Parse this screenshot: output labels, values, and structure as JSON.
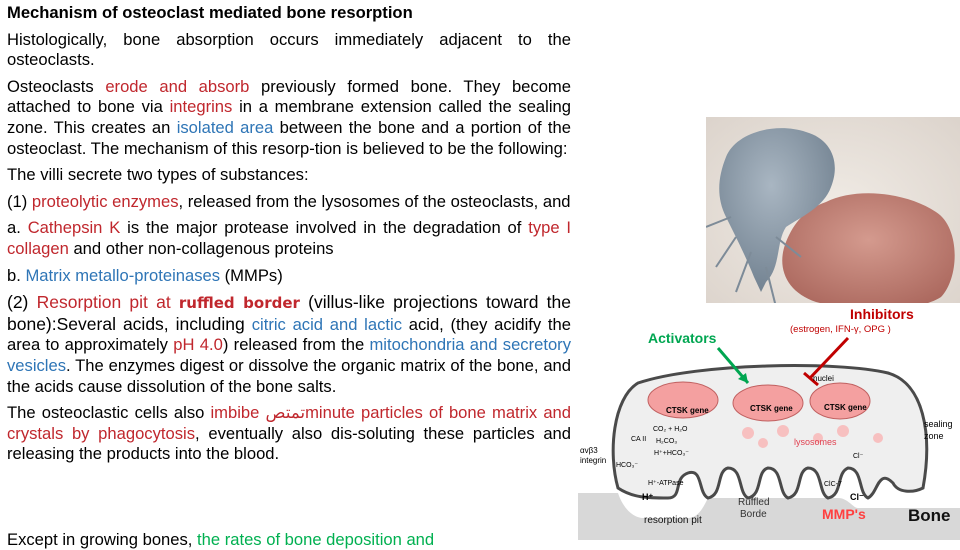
{
  "title": "Mechanism of osteoclast mediated bone resorption",
  "p1": "Histologically, bone absorption occurs immediately adjacent to the osteoclasts.",
  "p2": {
    "a": "Osteoclasts ",
    "b": "erode and absorb",
    "c": " previously formed bone. They become attached to bone via ",
    "d": "integrins",
    "e": " in a membrane extension called the sealing zone. This creates an ",
    "f": "isolated area",
    "g": " between the bone and a portion of the osteoclast. The mechanism of this resorp-tion is believed to be the following:"
  },
  "p3": "The villi secrete two types of substances:",
  "p4": {
    "a": "(1) ",
    "b": "proteolytic enzymes",
    "c": ", released from the lysosomes of the osteoclasts, and"
  },
  "p5": {
    "a": "a. ",
    "b": "Cathepsin K",
    "c": " is the major protease involved in the degradation of ",
    "d": "type I collagen",
    "e": " and other non-collagenous proteins"
  },
  "p6": {
    "a": "b. ",
    "b": "Matrix metallo-proteinases",
    "c": " (MMPs)"
  },
  "p7": {
    "a": "(2) ",
    "b": "Resorption pit at ",
    "c": "ruffled border",
    "d": " (villus-like projections toward the bone):Several acids, including ",
    "e": "citric acid and lactic",
    "f": " acid, (they acidify the area to approximately ",
    "g": "pH 4.0",
    "h": ") released from the ",
    "i": "mitochondria and secretory vesicles",
    "j": ". The enzymes digest or dissolve the organic matrix of the bone, and the acids cause dissolution of the bone salts."
  },
  "p8": {
    "a": "The osteoclastic cells also ",
    "b": "imbibe تمتص",
    "c": "minute particles of bone matrix and crystals by phagocytosis",
    "d": ", eventually also dis-soluting these particles and releasing the products into the blood."
  },
  "p9": {
    "a": "Except in growing bones, ",
    "b": "the rates of bone deposition and"
  },
  "diagram": {
    "inhibitors": "Inhibitors",
    "inhibitors_sub": "(estrogen, IFN-γ, OPG )",
    "activators": "Activators",
    "nuclei": "nuclei",
    "ctsk_gene_1": "CTSK gene",
    "ctsk_gene_2": "CTSK gene",
    "ctsk_gene_3": "CTSK gene",
    "lysosomes": "lysosomes",
    "sealing_zone_1": "sealing",
    "sealing_zone_2": "zone",
    "integrin_1": "αvβ3",
    "integrin_2": "integrin",
    "ca_ii": "CA II",
    "h_ion": "H⁺",
    "h_atpase": "H⁺-ATPase",
    "cl_ion": "Cl⁻",
    "cl_ion2": "Cl⁻",
    "clc7": "ClC-7",
    "co2": "CO₂ + H₂O",
    "h2co3": "H₂CO₃",
    "hco3": "H⁺+HCO₃⁻",
    "hco3_out": "HCO₃⁻",
    "ruffled_1": "Ruffled",
    "ruffled_2": "Borde",
    "resorption_pit": "resorption pit",
    "mmps": "MMP's",
    "bone": "Bone"
  },
  "colors": {
    "red_text": "#c0272d",
    "blue_text": "#2e75b6",
    "green_text": "#00b050",
    "bone_fill": "#d8d8d8",
    "cell_border": "#4a4a4a",
    "activators": "#00a651",
    "inhibitors": "#c00000",
    "mmps": "#ff4040"
  }
}
